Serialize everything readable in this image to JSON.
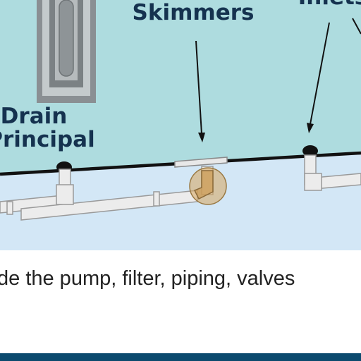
{
  "labels": {
    "skimmers": "Skimmers",
    "inlets": "Inlets",
    "drain_line1": "Drain",
    "drain_line2": "Principal"
  },
  "caption": "de the pump, filter, piping, valves",
  "colors": {
    "water": "#aedcdf",
    "ground": "#d3e7f6",
    "pipe": "#ececec",
    "pipe_outline": "#9a9a9a",
    "label": "#15324f",
    "footer": "#0c4a6e",
    "elbow_highlight": "#d7a55c"
  }
}
